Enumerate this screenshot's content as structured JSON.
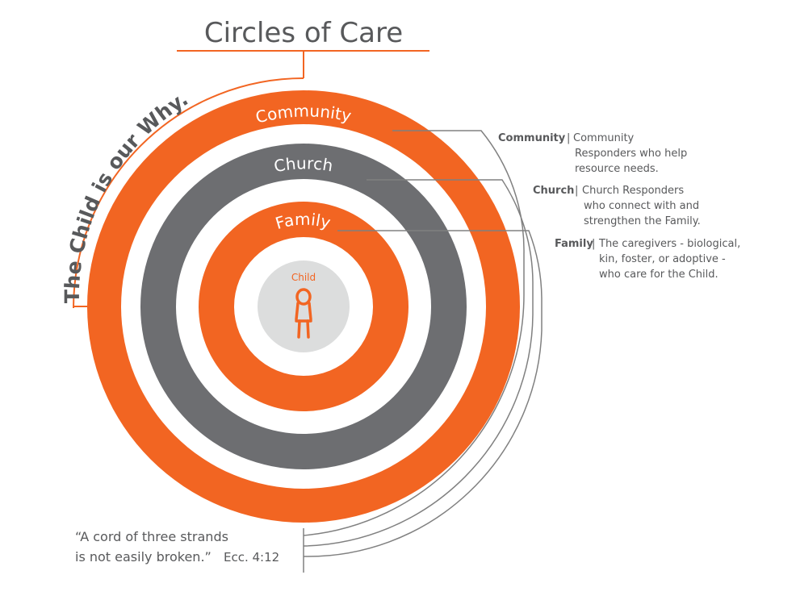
{
  "title": "Circles of Care",
  "tagline": "The Child is our Why.",
  "rings": {
    "community": "Community",
    "church": "Church",
    "family": "Family",
    "child": "Child"
  },
  "legend": [
    {
      "term": "Community",
      "separator": "|",
      "lines": [
        "Community",
        "Responders who help",
        "resource needs."
      ]
    },
    {
      "term": "Church",
      "separator": "|",
      "lines": [
        "Church Responders",
        "who connect with and",
        "strengthen the Family."
      ]
    },
    {
      "term": "Family",
      "separator": "|",
      "lines": [
        "The caregivers - biological,",
        "kin, foster, or adoptive -",
        "who care for the Child."
      ]
    }
  ],
  "quote": {
    "line1": "“A cord of three strands",
    "line2": "is not easily broken.”",
    "reference": "Ecc. 4:12"
  },
  "icons": {
    "child": "child-figure-icon"
  },
  "colors": {
    "orange": "#f26522",
    "gray": "#6d6e71",
    "text": "#58595b",
    "child_circle": "#dcdddd",
    "lines": "#808080"
  }
}
